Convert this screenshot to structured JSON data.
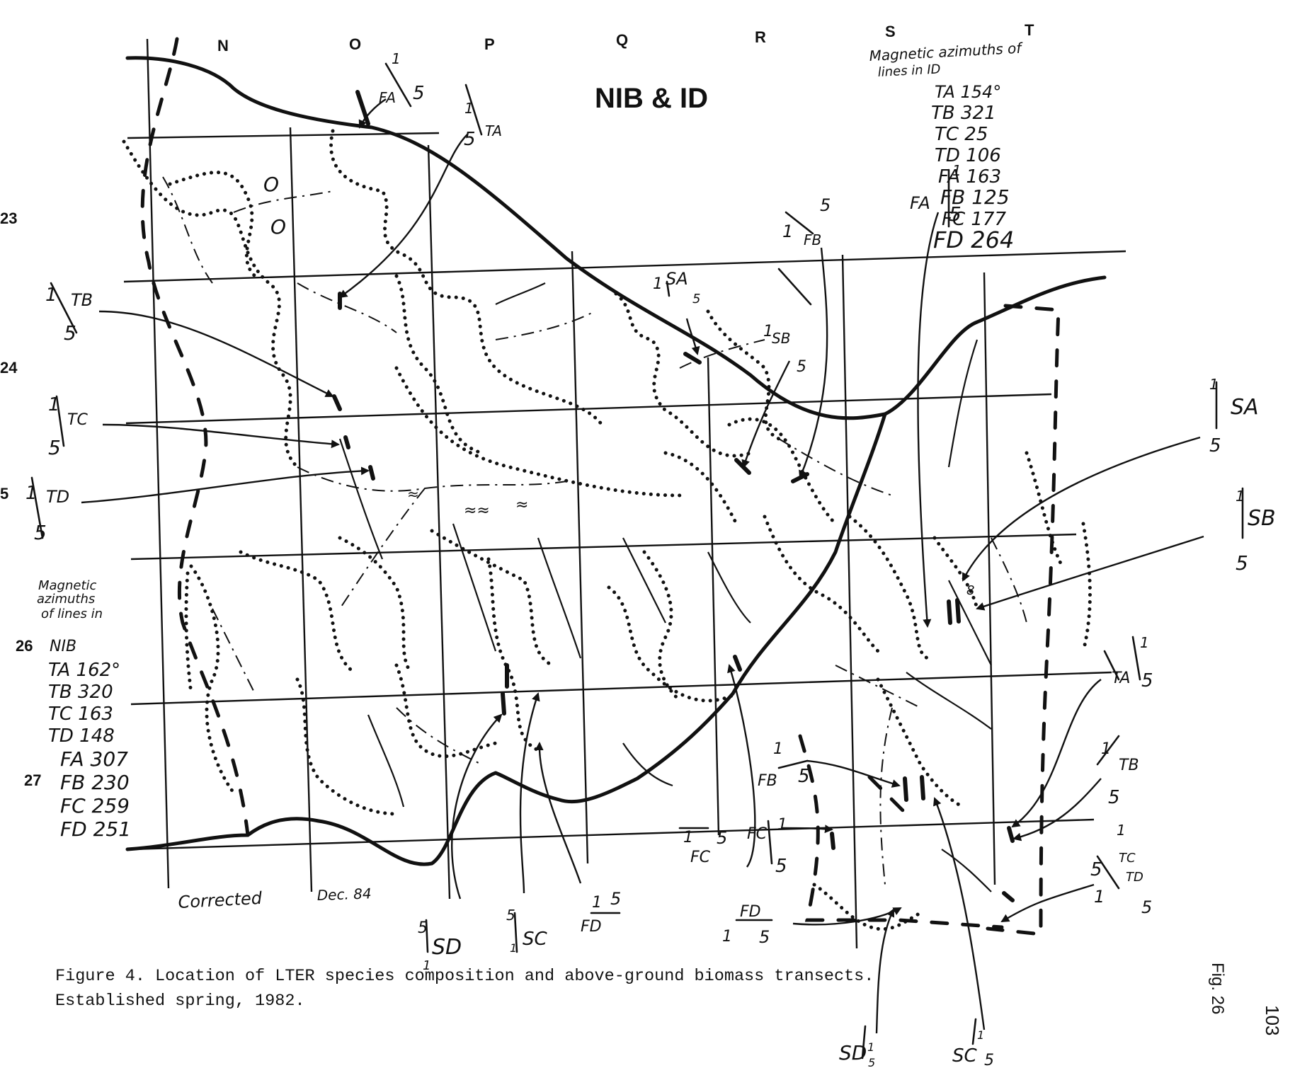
{
  "map": {
    "title": "NIB & ID",
    "note": "Corrected",
    "note_date": "Dec. 84",
    "columns": [
      "N",
      "O",
      "P",
      "Q",
      "R",
      "S",
      "T"
    ],
    "rows": [
      "23",
      "24",
      "5",
      "26",
      "27"
    ],
    "legend_id": {
      "heading_line1": "Magnetic azimuths of",
      "heading_line2": "lines in ID",
      "entries": [
        "TA 154°",
        "TB 321",
        "TC 25",
        "TD 106",
        "FA 163",
        "FB 125",
        "FC 177",
        "FD 264"
      ]
    },
    "legend_nib": {
      "heading_line1": "Magnetic",
      "heading_line2": "azimuths",
      "heading_line3": "of lines in",
      "heading_line4": "NIB",
      "entries": [
        "TA 162°",
        "TB 320",
        "TC 163",
        "TD 148",
        "FA 307",
        "FB 230",
        "FC 259",
        "FD 251"
      ]
    },
    "transects": [
      {
        "name": "FA",
        "start": "1",
        "end": "5"
      },
      {
        "name": "TA",
        "start": "1",
        "end": "5"
      },
      {
        "name": "TB",
        "start": "1",
        "end": "5"
      },
      {
        "name": "TC",
        "start": "1",
        "end": "5"
      },
      {
        "name": "TD",
        "start": "1",
        "end": "5"
      },
      {
        "name": "SA",
        "start": "1",
        "end": "5"
      },
      {
        "name": "SB",
        "start": "1",
        "end": "5"
      },
      {
        "name": "FA",
        "start": "1",
        "end": "5"
      },
      {
        "name": "FB",
        "start": "1",
        "end": "5"
      },
      {
        "name": "SA",
        "start": "1",
        "end": "5"
      },
      {
        "name": "SB",
        "start": "1",
        "end": "5"
      },
      {
        "name": "TA",
        "start": "1",
        "end": "5"
      },
      {
        "name": "TB",
        "start": "1",
        "end": "5"
      },
      {
        "name": "TC",
        "start": "5",
        "end": "1"
      },
      {
        "name": "TD",
        "start": "1",
        "end": "5"
      },
      {
        "name": "FB",
        "start": "1",
        "end": "5"
      },
      {
        "name": "FC",
        "start": "1",
        "end": "5"
      },
      {
        "name": "FC",
        "start": "1",
        "end": "5"
      },
      {
        "name": "FD",
        "start": "1",
        "end": "5"
      },
      {
        "name": "FD",
        "start": "1",
        "end": "5"
      },
      {
        "name": "SD",
        "start": "5",
        "end": "1"
      },
      {
        "name": "SC",
        "start": "5",
        "end": "1"
      },
      {
        "name": "SD",
        "start": "1",
        "end": "5"
      },
      {
        "name": "SC",
        "start": "1",
        "end": "5"
      }
    ],
    "caption_line1": "Figure 4. Location of LTER species composition and above-ground biomass transects.",
    "caption_line2": "Established spring, 1982.",
    "fig_label": "Fig. 26",
    "page_number": "103"
  }
}
